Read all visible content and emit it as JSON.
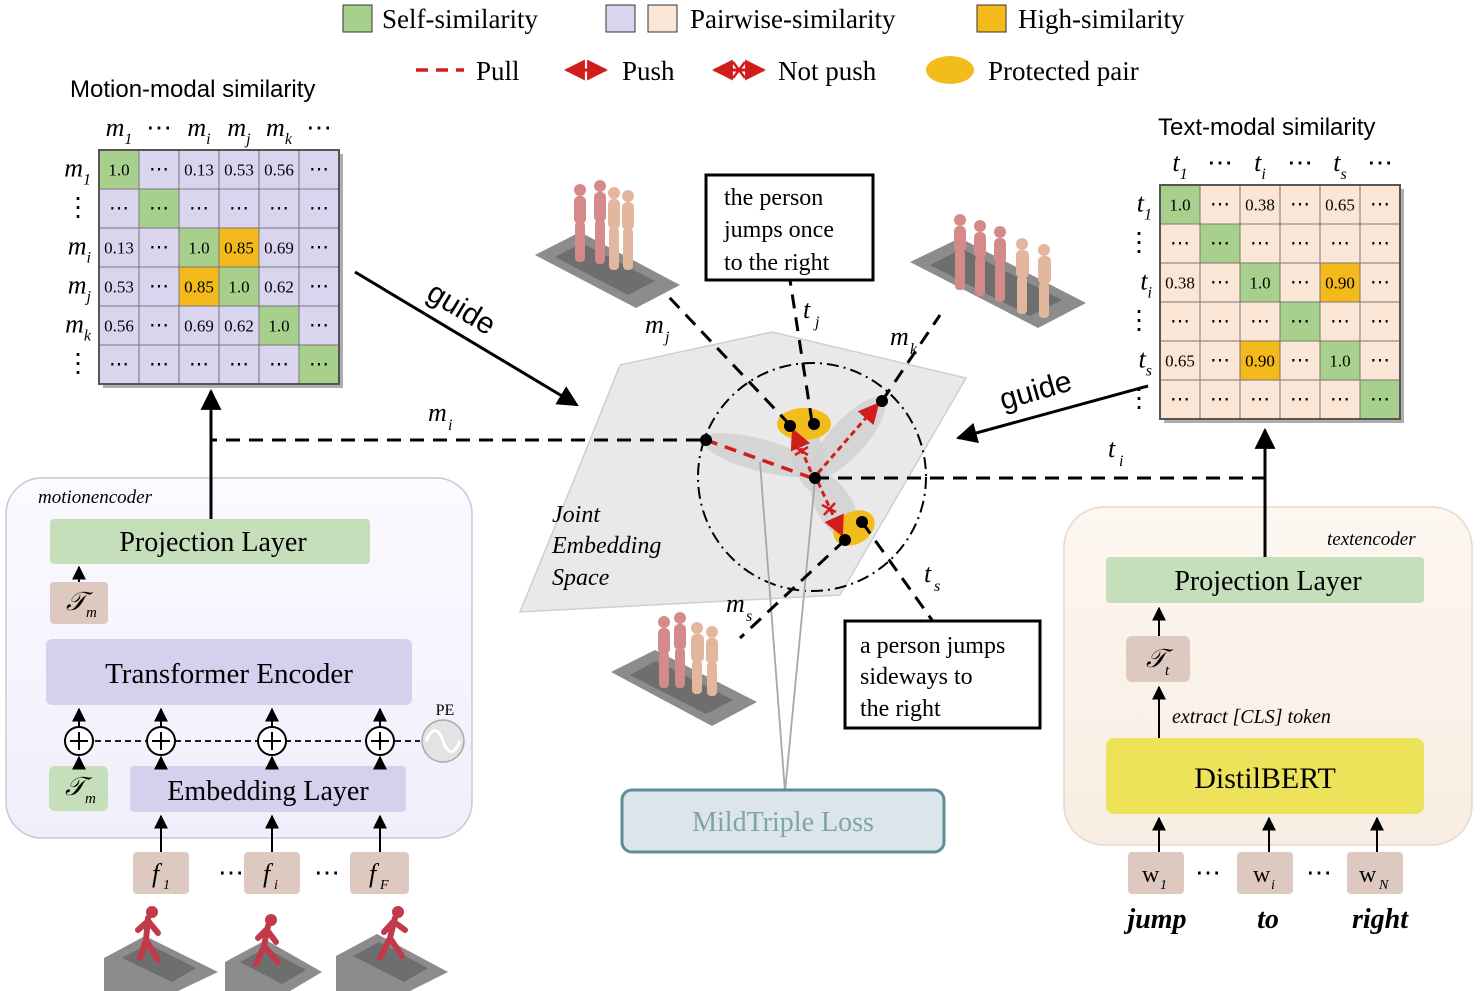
{
  "legend": {
    "self_similarity": "Self-similarity",
    "pairwise_similarity": "Pairwise-similarity",
    "high_similarity": "High-similarity",
    "pull": "Pull",
    "push": "Push",
    "not_push": "Not push",
    "protected_pair": "Protected pair"
  },
  "motion_matrix": {
    "title": "Motion-modal similarity",
    "col_labels": [
      "m1",
      "⋯",
      "mi",
      "mj",
      "mk",
      "⋯"
    ],
    "row_labels": [
      "m1",
      "⋮",
      "mi",
      "mj",
      "mk",
      "⋮"
    ],
    "cells": [
      [
        "1.0",
        "⋯",
        "0.13",
        "0.53",
        "0.56",
        "⋯"
      ],
      [
        "⋯",
        "⋯",
        "⋯",
        "⋯",
        "⋯",
        "⋯"
      ],
      [
        "0.13",
        "⋯",
        "1.0",
        "0.85",
        "0.69",
        "⋯"
      ],
      [
        "0.53",
        "⋯",
        "0.85",
        "1.0",
        "0.62",
        "⋯"
      ],
      [
        "0.56",
        "⋯",
        "0.69",
        "0.62",
        "1.0",
        "⋯"
      ],
      [
        "⋯",
        "⋯",
        "⋯",
        "⋯",
        "⋯",
        "⋯"
      ]
    ],
    "high_cells": [
      [
        2,
        3
      ],
      [
        3,
        2
      ]
    ]
  },
  "text_matrix": {
    "title": "Text-modal similarity",
    "col_labels": [
      "t1",
      "⋯",
      "ti",
      "⋯",
      "ts",
      "⋯"
    ],
    "row_labels": [
      "t1",
      "⋮",
      "ti",
      "⋮",
      "ts",
      "⋮"
    ],
    "cells": [
      [
        "1.0",
        "⋯",
        "0.38",
        "⋯",
        "0.65",
        "⋯"
      ],
      [
        "⋯",
        "⋯",
        "⋯",
        "⋯",
        "⋯",
        "⋯"
      ],
      [
        "0.38",
        "⋯",
        "1.0",
        "⋯",
        "0.90",
        "⋯"
      ],
      [
        "⋯",
        "⋯",
        "⋯",
        "⋯",
        "⋯",
        "⋯"
      ],
      [
        "0.65",
        "⋯",
        "0.90",
        "⋯",
        "1.0",
        "⋯"
      ],
      [
        "⋯",
        "⋯",
        "⋯",
        "⋯",
        "⋯",
        "⋯"
      ]
    ],
    "high_cells": [
      [
        2,
        4
      ],
      [
        4,
        2
      ]
    ]
  },
  "guide_label": "guide",
  "motion_encoder": {
    "name": "motionencoder",
    "projection": "Projection Layer",
    "transformer": "Transformer Encoder",
    "embedding": "Embedding Layer",
    "token_symbol": "𝒯",
    "token_sub": "m",
    "pe": "PE",
    "frames": [
      {
        "base": "f",
        "sub": "1"
      },
      {
        "base": "f",
        "sub": "i"
      },
      {
        "base": "f",
        "sub": "F"
      }
    ],
    "ellipsis": "⋯"
  },
  "text_encoder": {
    "name": "textencoder",
    "projection": "Projection Layer",
    "token_symbol": "𝒯",
    "token_sub": "t",
    "cls_label": "extract [CLS] token",
    "bert": "DistilBERT",
    "words": [
      {
        "base": "w",
        "sub": "1",
        "text": "jump"
      },
      {
        "base": "w",
        "sub": "i",
        "text": "to"
      },
      {
        "base": "w",
        "sub": "N",
        "text": "right"
      }
    ],
    "ellipsis": "⋯"
  },
  "embedding": {
    "space_label": [
      "Joint",
      "Embedding",
      "Space"
    ],
    "loss": "MildTriple Loss",
    "caption_j": [
      "the person",
      "jumps once",
      "to the right"
    ],
    "caption_s": [
      "a person jumps",
      "sideways to",
      "the right"
    ],
    "labels": {
      "mj": {
        "base": "m",
        "sub": "j"
      },
      "tj": {
        "base": "t",
        "sub": "j"
      },
      "mk": {
        "base": "m",
        "sub": "k"
      },
      "mi": {
        "base": "m",
        "sub": "i"
      },
      "ti": {
        "base": "t",
        "sub": "i"
      },
      "ts": {
        "base": "t",
        "sub": "s"
      },
      "ms": {
        "base": "m",
        "sub": "s"
      }
    }
  },
  "colors": {
    "self": "#a8d08d",
    "pair_motion": "#d9d5ee",
    "pair_text": "#fbe6d6",
    "high": "#f4b91a",
    "pull": "#d21d1d",
    "protected": "#f2bc1b",
    "green_layer": "#c4dfba",
    "purple_layer": "#d6cfee",
    "token_box": "#ddc9bf",
    "bert": "#ede35a",
    "loss_fill": "#dce6ea",
    "loss_border": "#5e8c97",
    "loss_text": "#7fa3ac"
  }
}
